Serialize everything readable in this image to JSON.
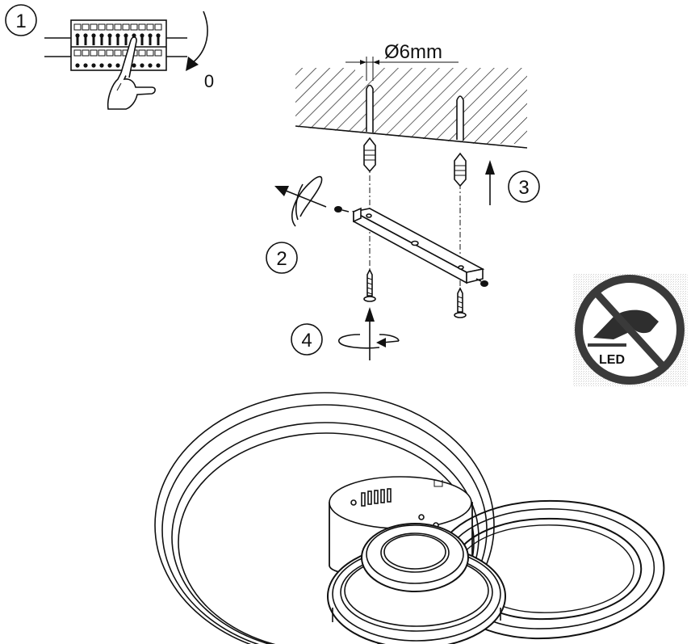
{
  "steps": {
    "s1": "1",
    "s2": "2",
    "s3": "3",
    "s4": "4"
  },
  "breaker_off_label": "0",
  "drill_diameter": "Ø6mm",
  "no_led_replacement_label": "LED"
}
